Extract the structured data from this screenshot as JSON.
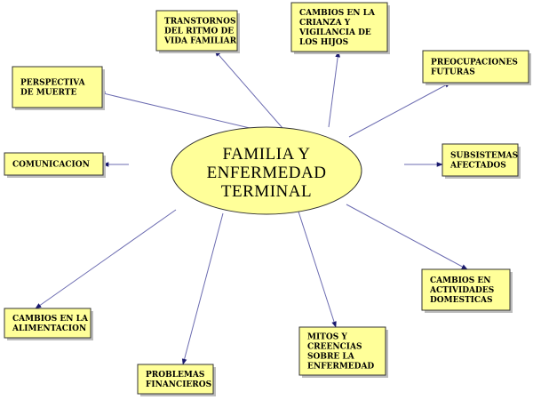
{
  "center": {
    "lines": [
      "FAMILIA Y",
      "ENFERMEDAD",
      "TERMINAL"
    ]
  },
  "nodes": [
    {
      "id": "trastornos",
      "lines": [
        "TRANSTORNOS",
        "DEL RITMO DE",
        "VIDA FAMILIAR"
      ]
    },
    {
      "id": "crianza",
      "lines": [
        "CAMBIOS EN LA",
        "CRIANZA Y",
        "VIGILANCIA DE",
        "LOS HIJOS"
      ]
    },
    {
      "id": "preocupaciones",
      "lines": [
        "PREOCUPACIONES",
        "FUTURAS"
      ]
    },
    {
      "id": "perspectiva",
      "lines": [
        "PERSPECTIVA",
        "DE MUERTE"
      ]
    },
    {
      "id": "comunicacion",
      "lines": [
        "COMUNICACION"
      ]
    },
    {
      "id": "subsistemas",
      "lines": [
        "SUBSISTEMAS",
        "AFECTADOS"
      ]
    },
    {
      "id": "domesticas",
      "lines": [
        "CAMBIOS EN",
        "ACTIVIDADES",
        "DOMESTICAS"
      ]
    },
    {
      "id": "alimentacion",
      "lines": [
        "CAMBIOS EN LA",
        "ALIMENTACION"
      ]
    },
    {
      "id": "mitos",
      "lines": [
        "MITOS Y",
        "CREENCIAS",
        "SOBRE LA",
        "ENFERMEDAD"
      ]
    },
    {
      "id": "financieros",
      "lines": [
        "PROBLEMAS",
        "FINANCIEROS"
      ]
    }
  ],
  "colors": {
    "fill": "#ffff99",
    "stroke": "#333333",
    "edge": "#6b6bb0",
    "arrow": "#1a1a6e"
  }
}
